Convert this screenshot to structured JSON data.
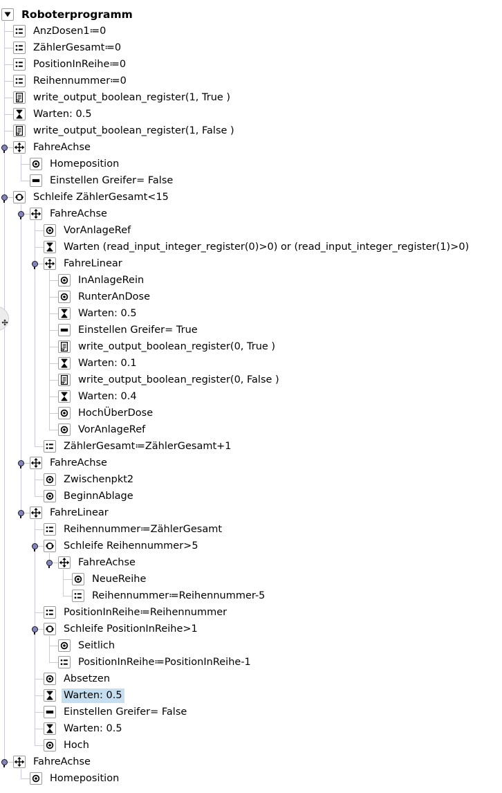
{
  "program_tree": {
    "rows": [
      {
        "label": "Roboterprogramm",
        "depth": 0,
        "icon": "program",
        "selected": false
      },
      {
        "label": "AnzDosen1≔0",
        "depth": 1,
        "icon": "assign",
        "selected": false
      },
      {
        "label": "ZählerGesamt≔0",
        "depth": 1,
        "icon": "assign",
        "selected": false
      },
      {
        "label": "PositionInReihe≔0",
        "depth": 1,
        "icon": "assign",
        "selected": false
      },
      {
        "label": "Reihennummer≔0",
        "depth": 1,
        "icon": "assign",
        "selected": false
      },
      {
        "label": "write_output_boolean_register(1, True )",
        "depth": 1,
        "icon": "script",
        "selected": false
      },
      {
        "label": "Warten: 0.5",
        "depth": 1,
        "icon": "wait",
        "selected": false
      },
      {
        "label": "write_output_boolean_register(1, False )",
        "depth": 1,
        "icon": "script",
        "selected": false
      },
      {
        "label": "FahreAchse",
        "depth": 1,
        "icon": "move",
        "selected": false
      },
      {
        "label": "Homeposition",
        "depth": 2,
        "icon": "waypoint",
        "selected": false
      },
      {
        "label": "Einstellen Greifer= False",
        "depth": 2,
        "icon": "set",
        "selected": false
      },
      {
        "label": "Schleife ZählerGesamt<15",
        "depth": 1,
        "icon": "loop",
        "selected": false
      },
      {
        "label": "FahreAchse",
        "depth": 2,
        "icon": "move",
        "selected": false
      },
      {
        "label": "VorAnlageRef",
        "depth": 3,
        "icon": "waypoint",
        "selected": false
      },
      {
        "label": "Warten (read_input_integer_register(0)>0) or (read_input_integer_register(1)>0)",
        "depth": 3,
        "icon": "wait",
        "selected": false
      },
      {
        "label": "FahreLinear",
        "depth": 3,
        "icon": "move",
        "selected": false
      },
      {
        "label": "InAnlageRein",
        "depth": 4,
        "icon": "waypoint",
        "selected": false
      },
      {
        "label": "RunterAnDose",
        "depth": 4,
        "icon": "waypoint",
        "selected": false
      },
      {
        "label": "Warten: 0.5",
        "depth": 4,
        "icon": "wait",
        "selected": false
      },
      {
        "label": "Einstellen Greifer= True",
        "depth": 4,
        "icon": "set",
        "selected": false
      },
      {
        "label": "write_output_boolean_register(0, True )",
        "depth": 4,
        "icon": "script",
        "selected": false
      },
      {
        "label": "Warten: 0.1",
        "depth": 4,
        "icon": "wait",
        "selected": false
      },
      {
        "label": "write_output_boolean_register(0, False )",
        "depth": 4,
        "icon": "script",
        "selected": false
      },
      {
        "label": "Warten: 0.4",
        "depth": 4,
        "icon": "wait",
        "selected": false
      },
      {
        "label": "HochÜberDose",
        "depth": 4,
        "icon": "waypoint",
        "selected": false
      },
      {
        "label": "VorAnlageRef",
        "depth": 4,
        "icon": "waypoint",
        "selected": false
      },
      {
        "label": "ZählerGesamt≔ZählerGesamt+1",
        "depth": 3,
        "icon": "assign",
        "selected": false
      },
      {
        "label": "FahreAchse",
        "depth": 2,
        "icon": "move",
        "selected": false
      },
      {
        "label": "Zwischenpkt2",
        "depth": 3,
        "icon": "waypoint",
        "selected": false
      },
      {
        "label": "BeginnAblage",
        "depth": 3,
        "icon": "waypoint",
        "selected": false
      },
      {
        "label": "FahreLinear",
        "depth": 2,
        "icon": "move",
        "selected": false
      },
      {
        "label": "Reihennummer≔ZählerGesamt",
        "depth": 3,
        "icon": "assign",
        "selected": false
      },
      {
        "label": "Schleife Reihennummer>5",
        "depth": 3,
        "icon": "loop",
        "selected": false
      },
      {
        "label": "FahreAchse",
        "depth": 4,
        "icon": "move",
        "selected": false
      },
      {
        "label": "NeueReihe",
        "depth": 5,
        "icon": "waypoint",
        "selected": false
      },
      {
        "label": "Reihennummer≔Reihennummer-5",
        "depth": 5,
        "icon": "assign",
        "selected": false
      },
      {
        "label": "PositionInReihe≔Reihennummer",
        "depth": 3,
        "icon": "assign",
        "selected": false
      },
      {
        "label": "Schleife PositionInReihe>1",
        "depth": 3,
        "icon": "loop",
        "selected": false
      },
      {
        "label": "Seitlich",
        "depth": 4,
        "icon": "waypoint",
        "selected": false
      },
      {
        "label": "PositionInReihe≔PositionInReihe-1",
        "depth": 4,
        "icon": "assign",
        "selected": false
      },
      {
        "label": "Absetzen",
        "depth": 3,
        "icon": "waypoint",
        "selected": false
      },
      {
        "label": "Warten: 0.5",
        "depth": 3,
        "icon": "wait",
        "selected": true
      },
      {
        "label": "Einstellen Greifer= False",
        "depth": 3,
        "icon": "set",
        "selected": false
      },
      {
        "label": "Warten: 0.5",
        "depth": 3,
        "icon": "wait",
        "selected": false
      },
      {
        "label": "Hoch",
        "depth": 3,
        "icon": "waypoint",
        "selected": false
      },
      {
        "label": "FahreAchse",
        "depth": 1,
        "icon": "move",
        "selected": false
      },
      {
        "label": "Homeposition",
        "depth": 2,
        "icon": "waypoint",
        "selected": false
      }
    ]
  },
  "side_tab": {
    "icon": "drag-handle-icon"
  },
  "colors": {
    "selection_bg": "#c5dff0",
    "connector": "#c9c9e8",
    "handle_fill": "#8585bd",
    "handle_stroke": "#15151f",
    "icon_border": "#9a9a9a",
    "text": "#000000"
  }
}
